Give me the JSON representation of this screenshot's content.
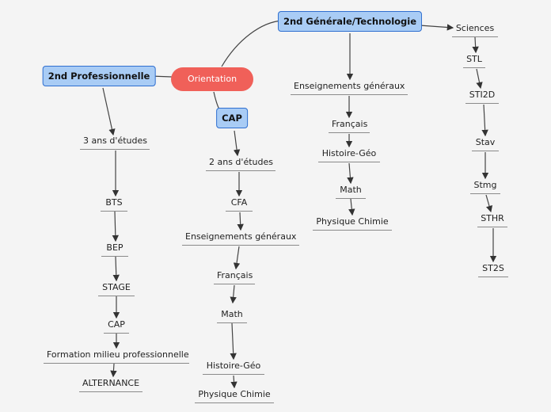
{
  "center": "Orientation",
  "generale": {
    "title": "2nd Générale/Technologie",
    "chain": [
      "Enseignements généraux",
      "Français",
      "Histoire-Géo",
      "Math",
      "Physique Chimie"
    ],
    "series": [
      "Sciences",
      "STL",
      "STI2D",
      "Stav",
      "Stmg",
      "STHR",
      "ST2S"
    ]
  },
  "cap": {
    "title": "CAP",
    "chain": [
      "2 ans d'études",
      "CFA",
      "Enseignements généraux",
      "Français",
      "Math",
      "Histoire-Géo",
      "Physique Chimie"
    ]
  },
  "pro": {
    "title": "2nd Professionnelle",
    "chain": [
      "3 ans d'études",
      "BTS",
      "BEP",
      "STAGE",
      "CAP",
      "Formation milieu professionnelle",
      "ALTERNANCE"
    ]
  }
}
